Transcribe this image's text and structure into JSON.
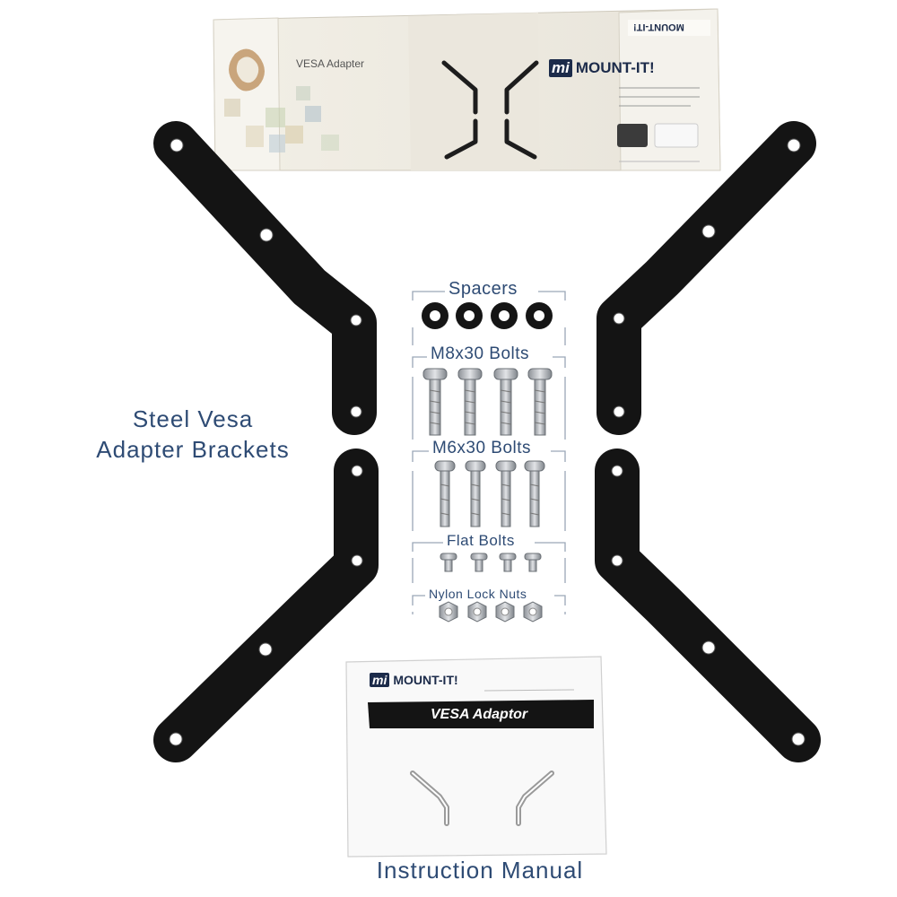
{
  "product_box": {
    "model_text": "VESA Adapter",
    "brand": "MOUNT-IT!",
    "logo_mark": "mi",
    "side_brand": "MOUNT-IT!"
  },
  "labels": {
    "brackets_caption_line1": "Steel Vesa",
    "brackets_caption_line2": "Adapter Brackets",
    "spacers": "Spacers",
    "m8_bolts": "M8x30 Bolts",
    "m6_bolts": "M6x30 Bolts",
    "flat_bolts": "Flat Bolts",
    "lock_nuts": "Nylon Lock Nuts",
    "manual_caption": "Instruction Manual"
  },
  "manual": {
    "brand": "MOUNT-IT!",
    "logo_mark": "mi",
    "title": "VESA Adaptor"
  },
  "colors": {
    "label_blue": "#2e4b74",
    "bracket_black": "#141414",
    "hardware_silver": "#b8bcc2"
  }
}
